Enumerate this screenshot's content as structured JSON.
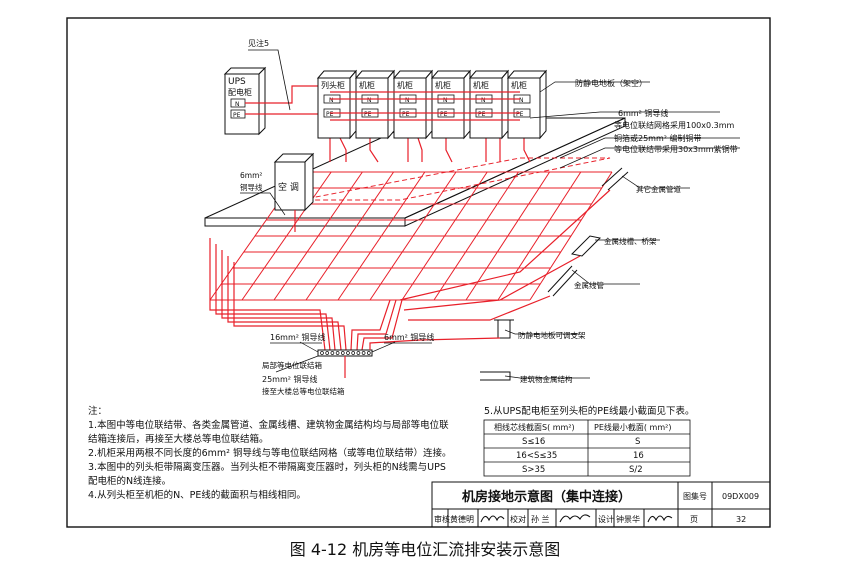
{
  "diagram": {
    "see_note": "见注5",
    "ups_label_1": "UPS",
    "ups_label_2": "配电柜",
    "cabinets": [
      {
        "label": "列头柜"
      },
      {
        "label": "机柜"
      },
      {
        "label": "机柜"
      },
      {
        "label": "机柜"
      },
      {
        "label": "机柜"
      },
      {
        "label": "机柜"
      }
    ],
    "terminal_n": "N",
    "terminal_pe": "PE",
    "ac_label": "空 调",
    "wire_6mm_left_1": "6mm² ",
    "wire_6mm_left_2": "铜导线",
    "label_floor": "防静电地板（架空）",
    "label_6mm_right_1": "6mm² 铜导线",
    "label_grid_1": "等电位联结网格采用100x0.3mm",
    "label_grid_2": "铜箔或25mm² 编制铜带",
    "label_grid_3": "等电位联结带采用30x3mm紫铜带",
    "label_other_pipe": "其它金属管道",
    "label_tray": "金属线槽、桥架",
    "label_pipe": "金属线管",
    "label_16mm": "16mm² 铜导线",
    "label_6mm_bottom": "6mm² 铜导线",
    "label_support": "防静电地板可调支架",
    "label_local_bar": "局部等电位联结箱",
    "label_25mm_1": "25mm² 铜导线",
    "label_25mm_2": "接至大楼总等电位联结箱",
    "label_building": "建筑物金属结构"
  },
  "notes": {
    "title": "注：",
    "lines": [
      "1.本图中等电位联结带、各类金属管道、金属线槽、建筑物金属结构均与局部等电位联",
      "   结箱连接后，再接至大楼总等电位联结箱。",
      "2.机柜采用两根不同长度的6mm² 铜导线与等电位联结网格（或等电位联结带）连接。",
      "3.本图中的列头柜带隔离变压器。当列头柜不带隔离变压器时，列头柜的N线需与UPS",
      "   配电柜的N线连接。",
      "4.从列头柜至机柜的N、PE线的截面积与相线相同。"
    ]
  },
  "note5": {
    "title": "5.从UPS配电柜至列头柜的PE线最小截面见下表。",
    "headers": [
      "相线芯线截面S( mm²)",
      "PE线最小截面( mm²)"
    ],
    "rows": [
      [
        "S≤16",
        "S"
      ],
      [
        "16<S≤35",
        "16"
      ],
      [
        "S>35",
        "S/2"
      ]
    ]
  },
  "title_block": {
    "title": "机房接地示意图（集中连接）",
    "atlas_label": "图集号",
    "atlas_value": "09DX009",
    "review_label": "审核",
    "review_name": "黄德明",
    "check_label": "校对",
    "check_name": "孙 兰",
    "design_label": "设计",
    "design_name": "钟景华",
    "page_label": "页",
    "page_value": "32"
  },
  "caption": "图 4-12  机房等电位汇流排安装示意图",
  "colors": {
    "wire": "#e8202a",
    "line": "#111111"
  }
}
